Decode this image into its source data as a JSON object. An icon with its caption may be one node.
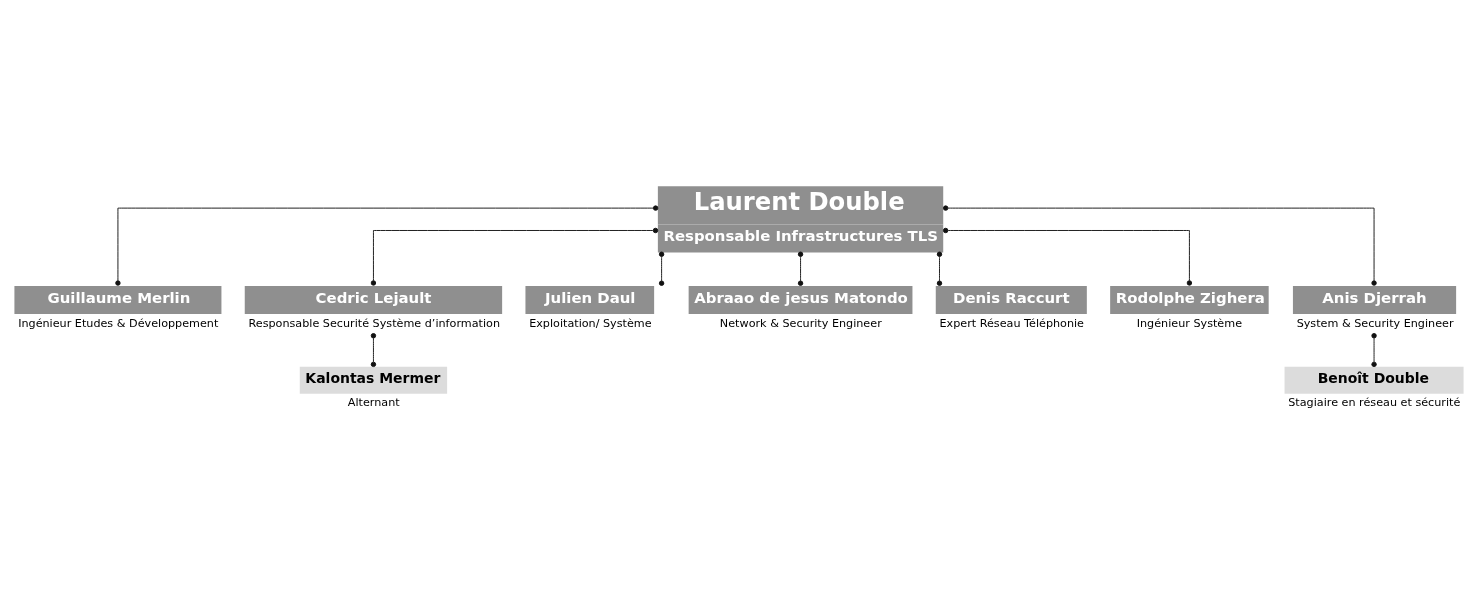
{
  "diagram": {
    "nodes": [
      {
        "text": [
          "Laurent Double",
          "Responsable Infrastructures TLS"
        ]
      },
      {
        "text": [
          "Guillaume Merlin"
        ],
        "beside": [
          "Ingénieur Etudes & Développement"
        ]
      },
      {
        "text": [
          "Cedric Lejault"
        ],
        "beside": [
          "Responsable Securité Système d’information"
        ]
      },
      {
        "text": [
          "Julien Daul"
        ],
        "beside": [
          "Exploitation/ Système"
        ]
      },
      {
        "text": [
          "Abraao de jesus Matondo"
        ],
        "beside": [
          "Network & Security Engineer"
        ]
      },
      {
        "text": [
          "Denis Raccurt"
        ],
        "beside": [
          "Expert Réseau Téléphonie"
        ]
      },
      {
        "text": [
          "Rodolphe Zighera"
        ],
        "beside": [
          "Ingénieur Système"
        ]
      },
      {
        "text": [
          "Anis Djerrah"
        ],
        "beside": [
          "System & Security Engineer"
        ]
      },
      {
        "text": [
          "Kalontas Mermer"
        ],
        "beside": [
          "Alternant"
        ]
      },
      {
        "text": [
          "Benoît Double"
        ],
        "beside": [
          "Stagiaire en réseau et sécurité"
        ]
      }
    ],
    "edges": [
      {
        "from": 0,
        "to": 1,
        "arrow": "other"
      },
      {
        "from": 0,
        "to": 2,
        "arrow": "other"
      },
      {
        "from": 0,
        "to": 3,
        "arrow": "other"
      },
      {
        "from": 0,
        "to": 4,
        "arrow": "other"
      },
      {
        "from": 0,
        "to": 5,
        "arrow": "other"
      },
      {
        "from": 0,
        "to": 6,
        "arrow": "other"
      },
      {
        "from": 0,
        "to": 7,
        "arrow": "other"
      },
      {
        "from": 2,
        "to": 8,
        "arrow": "other"
      },
      {
        "from": 7,
        "to": 9,
        "arrow": "other"
      }
    ]
  }
}
